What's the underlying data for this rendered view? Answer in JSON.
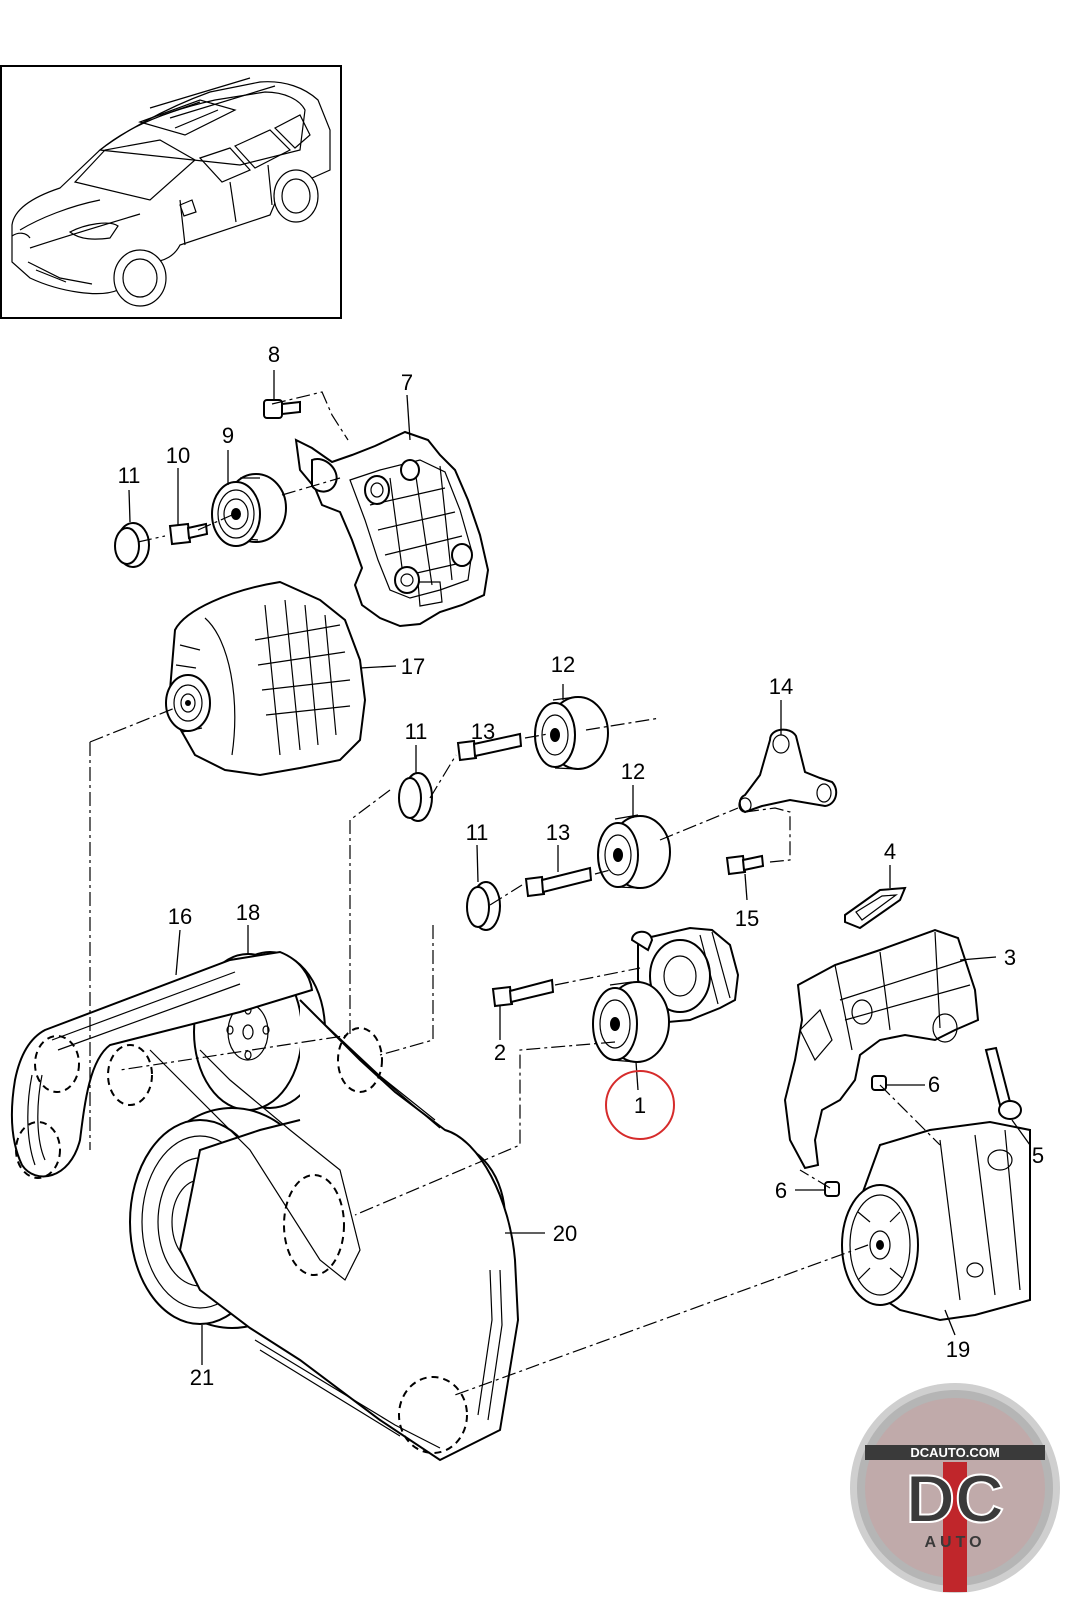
{
  "diagram": {
    "callouts": [
      {
        "id": "c8",
        "label": "8"
      },
      {
        "id": "c7",
        "label": "7"
      },
      {
        "id": "c9",
        "label": "9"
      },
      {
        "id": "c10",
        "label": "10"
      },
      {
        "id": "c11a",
        "label": "11"
      },
      {
        "id": "c17",
        "label": "17"
      },
      {
        "id": "c12a",
        "label": "12"
      },
      {
        "id": "c14",
        "label": "14"
      },
      {
        "id": "c11b",
        "label": "11"
      },
      {
        "id": "c13a",
        "label": "13"
      },
      {
        "id": "c12b",
        "label": "12"
      },
      {
        "id": "c11c",
        "label": "11"
      },
      {
        "id": "c13b",
        "label": "13"
      },
      {
        "id": "c4",
        "label": "4"
      },
      {
        "id": "c15",
        "label": "15"
      },
      {
        "id": "c16",
        "label": "16"
      },
      {
        "id": "c18",
        "label": "18"
      },
      {
        "id": "c3",
        "label": "3"
      },
      {
        "id": "c2",
        "label": "2"
      },
      {
        "id": "c1",
        "label": "1"
      },
      {
        "id": "c6a",
        "label": "6"
      },
      {
        "id": "c5",
        "label": "5"
      },
      {
        "id": "c6b",
        "label": "6"
      },
      {
        "id": "c20",
        "label": "20"
      },
      {
        "id": "c19",
        "label": "19"
      },
      {
        "id": "c21",
        "label": "21"
      }
    ],
    "highlighted_callout": "1",
    "highlight_color": "#d62b2b"
  },
  "logo": {
    "site": "DCAUTO.COM",
    "letters": "DC",
    "word": "AUTO",
    "colors": {
      "ring": "#c9c9c9",
      "red": "#c0262b",
      "dark": "#3a3a3a"
    }
  }
}
